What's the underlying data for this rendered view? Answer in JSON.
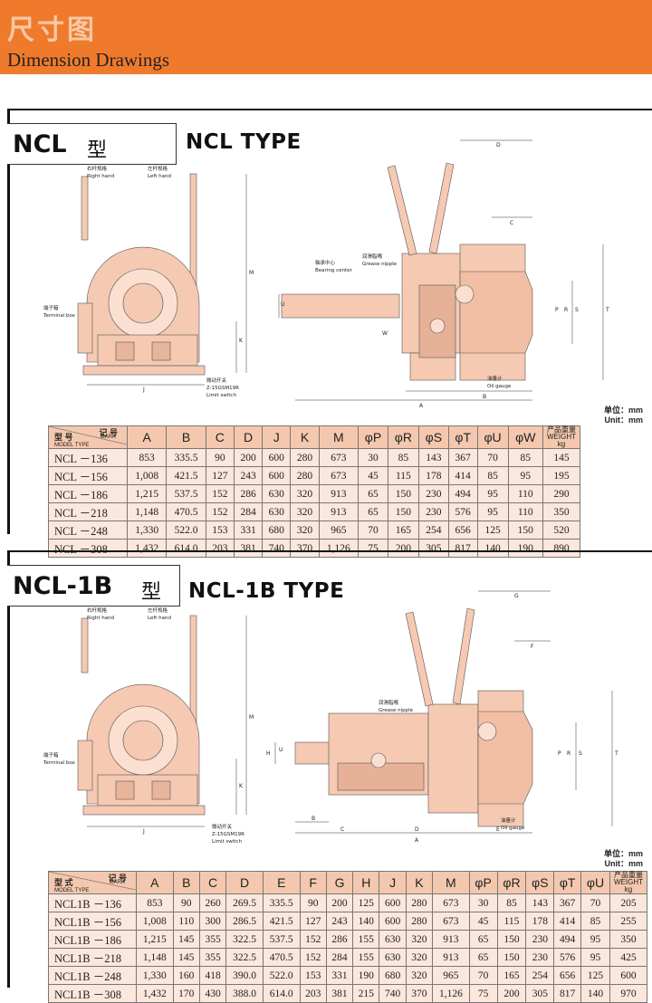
{
  "header": {
    "title_cn": "尺寸图",
    "title_en": "Dimension Drawings"
  },
  "icons": {
    "handle": "handle-grip-icon"
  },
  "colors": {
    "banner": "#f07a2c",
    "machine": "#f5c9b2",
    "table_header": "#f4c8ae",
    "table_row": "#fbe7db"
  },
  "ncl": {
    "code": "NCL",
    "suffix": "型",
    "title": "NCL TYPE",
    "labels": {
      "right_hand_cn": "右杆规格",
      "right_hand_en": "Right hand",
      "left_hand_cn": "左杆规格",
      "left_hand_en": "Left hand",
      "terminal_cn": "端子箱",
      "terminal_en": "Terminal box",
      "limit_cn": "微动开关",
      "limit_model": "Z-15GSM19R",
      "limit_en": "Limit switch",
      "bearing_cn": "轴承中心",
      "bearing_en": "Bearing center",
      "grease_cn": "润滑脂嘴",
      "grease_en": "Grease nipple",
      "oil_cn": "油量计",
      "oil_en": "Oil gauge"
    },
    "dims": {
      "M": "M",
      "K": "K",
      "J": "J",
      "D": "D",
      "C": "C",
      "P": "P",
      "R": "R",
      "S": "S",
      "T": "T",
      "U": "U",
      "W": "W",
      "A": "A",
      "B": "B"
    },
    "unit_cn": "单位：mm",
    "unit_en": "Unit：mm",
    "table": {
      "corner": {
        "top_cn": "记 号",
        "top_en": "MARK",
        "bottom_cn": "型 号",
        "bottom_en": "MODEL TYPE"
      },
      "columns": [
        "A",
        "B",
        "C",
        "D",
        "J",
        "K",
        "M",
        "φP",
        "φR",
        "φS",
        "φT",
        "φU",
        "φW"
      ],
      "weight_cn": "产品重量",
      "weight_en": "WEIGHT kg",
      "rows": [
        {
          "model": "NCL －136",
          "values": [
            "853",
            "335.5",
            "90",
            "200",
            "600",
            "280",
            "673",
            "30",
            "85",
            "143",
            "367",
            "70",
            "85",
            "145"
          ]
        },
        {
          "model": "NCL －156",
          "values": [
            "1,008",
            "421.5",
            "127",
            "243",
            "600",
            "280",
            "673",
            "45",
            "115",
            "178",
            "414",
            "85",
            "95",
            "195"
          ]
        },
        {
          "model": "NCL －186",
          "values": [
            "1,215",
            "537.5",
            "152",
            "286",
            "630",
            "320",
            "913",
            "65",
            "150",
            "230",
            "494",
            "95",
            "110",
            "290"
          ]
        },
        {
          "model": "NCL －218",
          "values": [
            "1,148",
            "470.5",
            "152",
            "284",
            "630",
            "320",
            "913",
            "65",
            "150",
            "230",
            "576",
            "95",
            "110",
            "350"
          ]
        },
        {
          "model": "NCL －248",
          "values": [
            "1,330",
            "522.0",
            "153",
            "331",
            "680",
            "320",
            "965",
            "70",
            "165",
            "254",
            "656",
            "125",
            "150",
            "520"
          ]
        },
        {
          "model": "NCL －308",
          "values": [
            "1,432",
            "614.0",
            "203",
            "381",
            "740",
            "370",
            "1,126",
            "75",
            "200",
            "305",
            "817",
            "140",
            "190",
            "890"
          ]
        }
      ]
    }
  },
  "ncl1b": {
    "code": "NCL-1B",
    "suffix": "型",
    "title": "NCL-1B TYPE",
    "labels": {
      "right_hand_cn": "右杆规格",
      "right_hand_en": "Right hand",
      "left_hand_cn": "左杆规格",
      "left_hand_en": "Left hand",
      "terminal_cn": "端子箱",
      "terminal_en": "Terminal box",
      "limit_cn": "微动开关",
      "limit_model": "Z-15GSM19R",
      "limit_en": "Limit switch",
      "grease_cn": "润滑脂嘴",
      "grease_en": "Grease nipple",
      "oil_cn": "油量计",
      "oil_en": "Oil gauge"
    },
    "dims": {
      "M": "M",
      "K": "K",
      "J": "J",
      "H": "H",
      "G": "G",
      "F": "F",
      "P": "P",
      "R": "R",
      "S": "S",
      "T": "T",
      "U": "U",
      "B": "B",
      "C": "C",
      "D": "D",
      "E": "E",
      "A": "A"
    },
    "unit_cn": "单位：mm",
    "unit_en": "Unit：mm",
    "table": {
      "corner": {
        "top_cn": "记 号",
        "top_en": "MARK",
        "bottom_cn": "型 式",
        "bottom_en": "MODEL TYPE"
      },
      "columns": [
        "A",
        "B",
        "C",
        "D",
        "E",
        "F",
        "G",
        "H",
        "J",
        "K",
        "M",
        "φP",
        "φR",
        "φS",
        "φT",
        "φU"
      ],
      "weight_cn": "产品重量",
      "weight_en": "WEIGHT kg",
      "rows": [
        {
          "model": "NCL1B －136",
          "values": [
            "853",
            "90",
            "260",
            "269.5",
            "335.5",
            "90",
            "200",
            "125",
            "600",
            "280",
            "673",
            "30",
            "85",
            "143",
            "367",
            "70",
            "205"
          ]
        },
        {
          "model": "NCL1B －156",
          "values": [
            "1,008",
            "110",
            "300",
            "286.5",
            "421.5",
            "127",
            "243",
            "140",
            "600",
            "280",
            "673",
            "45",
            "115",
            "178",
            "414",
            "85",
            "255"
          ]
        },
        {
          "model": "NCL1B －186",
          "values": [
            "1,215",
            "145",
            "355",
            "322.5",
            "537.5",
            "152",
            "286",
            "155",
            "630",
            "320",
            "913",
            "65",
            "150",
            "230",
            "494",
            "95",
            "350"
          ]
        },
        {
          "model": "NCL1B －218",
          "values": [
            "1,148",
            "145",
            "355",
            "322.5",
            "470.5",
            "152",
            "284",
            "155",
            "630",
            "320",
            "913",
            "65",
            "150",
            "230",
            "576",
            "95",
            "425"
          ]
        },
        {
          "model": "NCL1B －248",
          "values": [
            "1,330",
            "160",
            "418",
            "390.0",
            "522.0",
            "153",
            "331",
            "190",
            "680",
            "320",
            "965",
            "70",
            "165",
            "254",
            "656",
            "125",
            "600"
          ]
        },
        {
          "model": "NCL1B －308",
          "values": [
            "1,432",
            "170",
            "430",
            "388.0",
            "614.0",
            "203",
            "381",
            "215",
            "740",
            "370",
            "1,126",
            "75",
            "200",
            "305",
            "817",
            "140",
            "970"
          ]
        }
      ]
    }
  }
}
